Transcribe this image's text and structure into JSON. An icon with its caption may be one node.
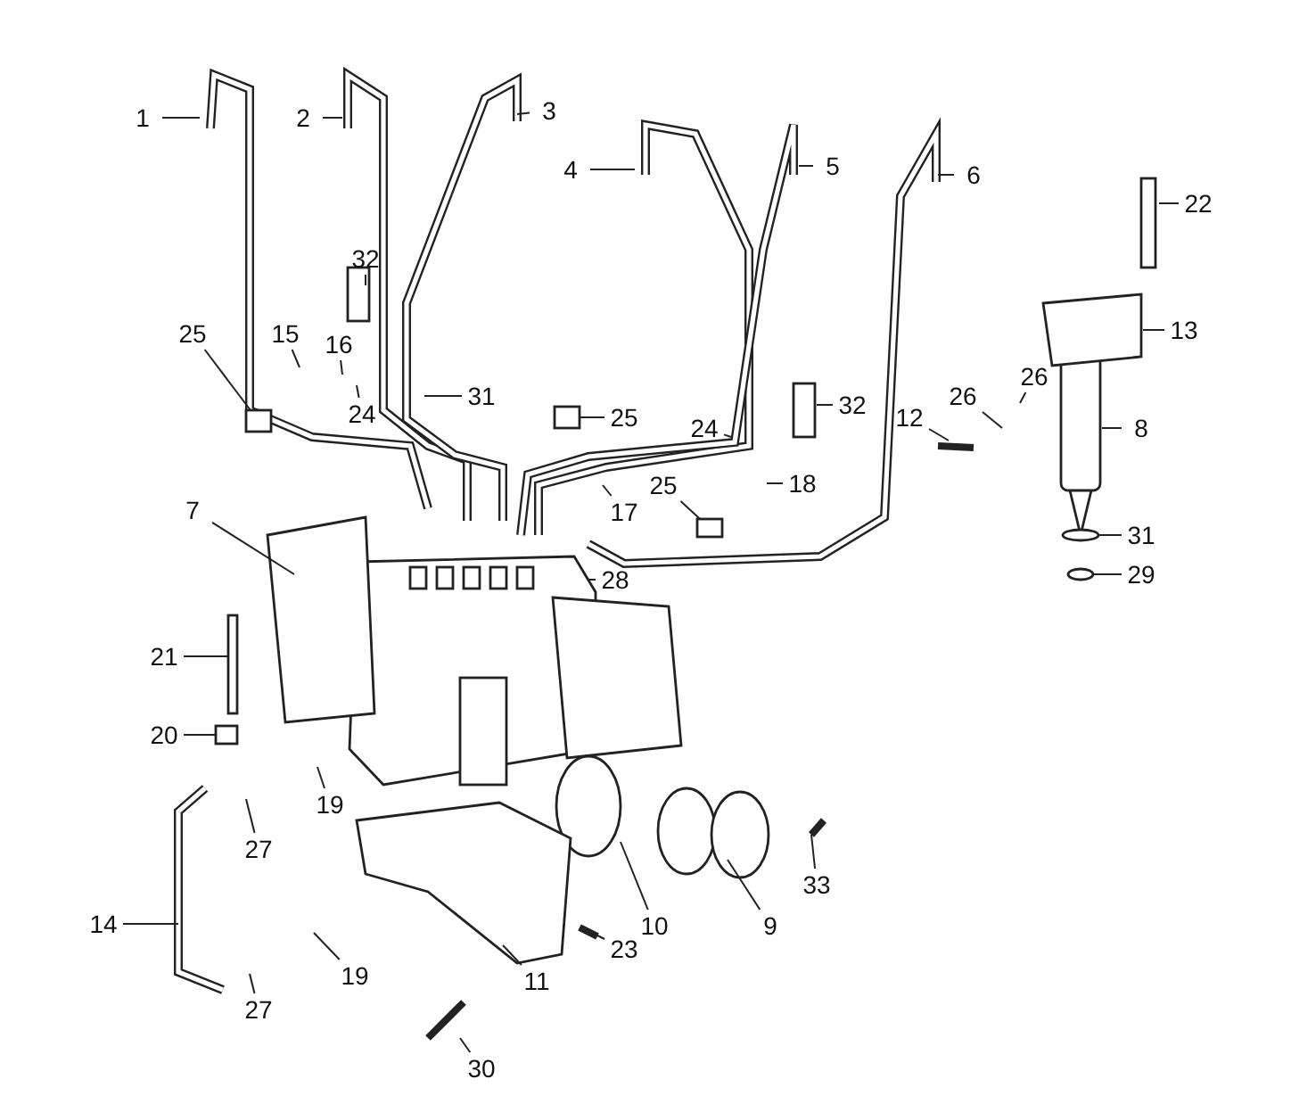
{
  "diagram": {
    "nodes": [
      {
        "text": [
          "1"
        ]
      },
      {
        "text": [
          "2"
        ]
      },
      {
        "text": [
          "3"
        ]
      },
      {
        "text": [
          "4"
        ]
      },
      {
        "text": [
          "5"
        ]
      },
      {
        "text": [
          "6"
        ]
      },
      {
        "text": [
          "22"
        ]
      },
      {
        "text": [
          "32"
        ]
      },
      {
        "text": [
          "13"
        ]
      },
      {
        "text": [
          "25"
        ]
      },
      {
        "text": [
          "15"
        ]
      },
      {
        "text": [
          "16"
        ]
      },
      {
        "text": [
          "26"
        ]
      },
      {
        "text": [
          "24"
        ]
      },
      {
        "text": [
          "31"
        ]
      },
      {
        "text": [
          "32"
        ]
      },
      {
        "text": [
          "25"
        ]
      },
      {
        "text": [
          "12"
        ]
      },
      {
        "text": [
          "26"
        ]
      },
      {
        "text": [
          "8"
        ]
      },
      {
        "text": [
          "24"
        ]
      },
      {
        "text": [
          "25"
        ]
      },
      {
        "text": [
          "18"
        ]
      },
      {
        "text": [
          "17"
        ]
      },
      {
        "text": [
          "7"
        ]
      },
      {
        "text": [
          "31"
        ]
      },
      {
        "text": [
          "28"
        ]
      },
      {
        "text": [
          "29"
        ]
      },
      {
        "text": [
          "21"
        ]
      },
      {
        "text": [
          "20"
        ]
      },
      {
        "text": [
          "19"
        ]
      },
      {
        "text": [
          "27"
        ]
      },
      {
        "text": [
          "33"
        ]
      },
      {
        "text": [
          "14"
        ]
      },
      {
        "text": [
          "10"
        ]
      },
      {
        "text": [
          "9"
        ]
      },
      {
        "text": [
          "23"
        ]
      },
      {
        "text": [
          "19"
        ]
      },
      {
        "text": [
          "11"
        ]
      },
      {
        "text": [
          "27"
        ]
      },
      {
        "text": [
          "30"
        ]
      },
      {
        "text": [],
        "shape": "box"
      },
      {
        "text": [],
        "shape": "box"
      },
      {
        "text": [],
        "shape": "box"
      },
      {
        "text": [],
        "shape": "circle"
      },
      {
        "text": [],
        "shape": "circle"
      },
      {
        "text": [],
        "shape": "box"
      }
    ],
    "edges": [
      {
        "from": 0,
        "to": null,
        "arrow": "none"
      },
      {
        "from": 1,
        "to": null,
        "arrow": "none"
      },
      {
        "from": 2,
        "to": null,
        "arrow": "none"
      },
      {
        "from": 3,
        "to": null,
        "arrow": "none"
      },
      {
        "from": 4,
        "to": null,
        "arrow": "none"
      },
      {
        "from": 5,
        "to": null,
        "arrow": "none"
      },
      {
        "from": 6,
        "to": null,
        "arrow": "none"
      },
      {
        "from": 7,
        "to": null,
        "arrow": "none"
      },
      {
        "from": 8,
        "to": null,
        "arrow": "none"
      },
      {
        "from": 9,
        "to": 41,
        "arrow": "none"
      },
      {
        "from": 10,
        "to": null,
        "arrow": "none"
      },
      {
        "from": 11,
        "to": null,
        "arrow": "none"
      },
      {
        "from": 12,
        "to": null,
        "arrow": "none"
      },
      {
        "from": 13,
        "to": null,
        "arrow": "none"
      },
      {
        "from": 14,
        "to": null,
        "arrow": "none"
      },
      {
        "from": 15,
        "to": null,
        "arrow": "none"
      },
      {
        "from": 16,
        "to": 42,
        "arrow": "none"
      },
      {
        "from": 17,
        "to": null,
        "arrow": "none"
      },
      {
        "from": 18,
        "to": null,
        "arrow": "none"
      },
      {
        "from": 19,
        "to": null,
        "arrow": "none"
      },
      {
        "from": 20,
        "to": null,
        "arrow": "none"
      },
      {
        "from": 21,
        "to": 43,
        "arrow": "none"
      },
      {
        "from": 22,
        "to": null,
        "arrow": "none"
      },
      {
        "from": 23,
        "to": null,
        "arrow": "none"
      },
      {
        "from": 24,
        "to": null,
        "arrow": "none"
      },
      {
        "from": 25,
        "to": 44,
        "arrow": "none"
      },
      {
        "from": 26,
        "to": null,
        "arrow": "none"
      },
      {
        "from": 27,
        "to": 45,
        "arrow": "none"
      },
      {
        "from": 28,
        "to": null,
        "arrow": "none"
      },
      {
        "from": 29,
        "to": 46,
        "arrow": "none"
      },
      {
        "from": 30,
        "to": null,
        "arrow": "none"
      },
      {
        "from": 31,
        "to": null,
        "arrow": "none"
      },
      {
        "from": 32,
        "to": null,
        "arrow": "none"
      },
      {
        "from": 33,
        "to": null,
        "arrow": "none"
      },
      {
        "from": 34,
        "to": null,
        "arrow": "none"
      },
      {
        "from": 35,
        "to": null,
        "arrow": "none"
      },
      {
        "from": 36,
        "to": null,
        "arrow": "none"
      },
      {
        "from": 37,
        "to": null,
        "arrow": "none"
      },
      {
        "from": 38,
        "to": null,
        "arrow": "none"
      },
      {
        "from": 39,
        "to": null,
        "arrow": "none"
      },
      {
        "from": 40,
        "to": null,
        "arrow": "none"
      }
    ]
  }
}
